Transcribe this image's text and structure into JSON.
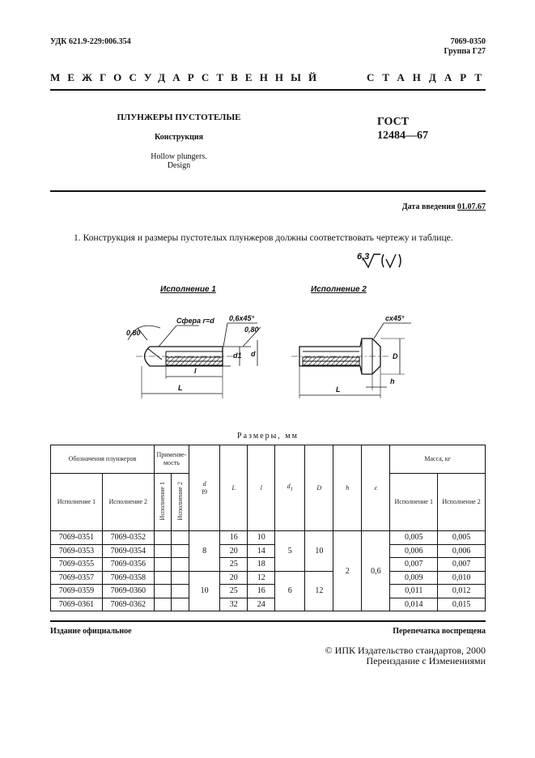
{
  "header": {
    "udk": "УДК 621.9-229:006.354",
    "code": "7069-0350",
    "group": "Группа Г27",
    "standard_word1": "МЕЖГОСУДАРСТВЕННЫЙ",
    "standard_word2": "СТАНДАРТ"
  },
  "title": {
    "ru": "ПЛУНЖЕРЫ ПУСТОТЕЛЫЕ",
    "subtitle_ru": "Конструкция",
    "en_line1": "Hollow plungers.",
    "en_line2": "Design",
    "gost_label": "ГОСТ",
    "gost_number": "12484—67"
  },
  "intro_date": {
    "label": "Дата введения",
    "value": "01.07.67"
  },
  "clause_1": "1. Конструкция и размеры пустотелых плунжеров должны соответствовать чертежу и таблице.",
  "drawing": {
    "roughness": "6,3",
    "variant1_label": "Исполнение 1",
    "variant2_label": "Исполнение 2",
    "sphere_label": "Сфера r=d",
    "chamfer1": "0,6х45°",
    "roughness_080_a": "0,80",
    "roughness_080_b": "0,80",
    "dim_d1": "d1",
    "dim_d": "d",
    "dim_l": "l",
    "dim_L1": "L",
    "chamfer2": "сх45°",
    "dim_D": "D",
    "dim_h": "h",
    "dim_L2": "L"
  },
  "table": {
    "caption": "Размеры, мм",
    "col_designations": "Обозначения плунжеров",
    "col_applicability": "Применяе-мость",
    "col_d": "d",
    "col_d_tol": "f9",
    "col_L": "L",
    "col_l": "l",
    "col_d1": "d",
    "col_d1_sub": "1",
    "col_D": "D",
    "col_h": "h",
    "col_c": "c",
    "col_mass": "Масса, кг",
    "sub_var1": "Исполнение 1",
    "sub_var2": "Исполнение 2",
    "sub_app1": "Исполнение 1",
    "sub_app2": "Исполнение 2",
    "rows": [
      {
        "v1": "7069-0351",
        "v2": "7069-0352",
        "L": "16",
        "l": "10",
        "m1": "0,005",
        "m2": "0,005"
      },
      {
        "v1": "7069-0353",
        "v2": "7069-0354",
        "L": "20",
        "l": "14",
        "m1": "0,006",
        "m2": "0,006"
      },
      {
        "v1": "7069-0355",
        "v2": "7069-0356",
        "L": "25",
        "l": "18",
        "m1": "0,007",
        "m2": "0,007"
      },
      {
        "v1": "7069-0357",
        "v2": "7069-0358",
        "L": "20",
        "l": "12",
        "m1": "0,009",
        "m2": "0,010"
      },
      {
        "v1": "7069-0359",
        "v2": "7069-0360",
        "L": "25",
        "l": "16",
        "m1": "0,011",
        "m2": "0,012"
      },
      {
        "v1": "7069-0361",
        "v2": "7069-0362",
        "L": "32",
        "l": "24",
        "m1": "0,014",
        "m2": "0,015"
      }
    ],
    "group1": {
      "d": "8",
      "d1": "5",
      "D": "10"
    },
    "group2": {
      "d": "10",
      "d1": "6",
      "D": "12"
    },
    "h": "2",
    "c": "0,6"
  },
  "footer": {
    "official": "Издание официальное",
    "reprint": "Перепечатка воспрещена",
    "copyright": "© ИПК Издательство стандартов, 2000",
    "reissue": "Переиздание с Изменениями"
  }
}
